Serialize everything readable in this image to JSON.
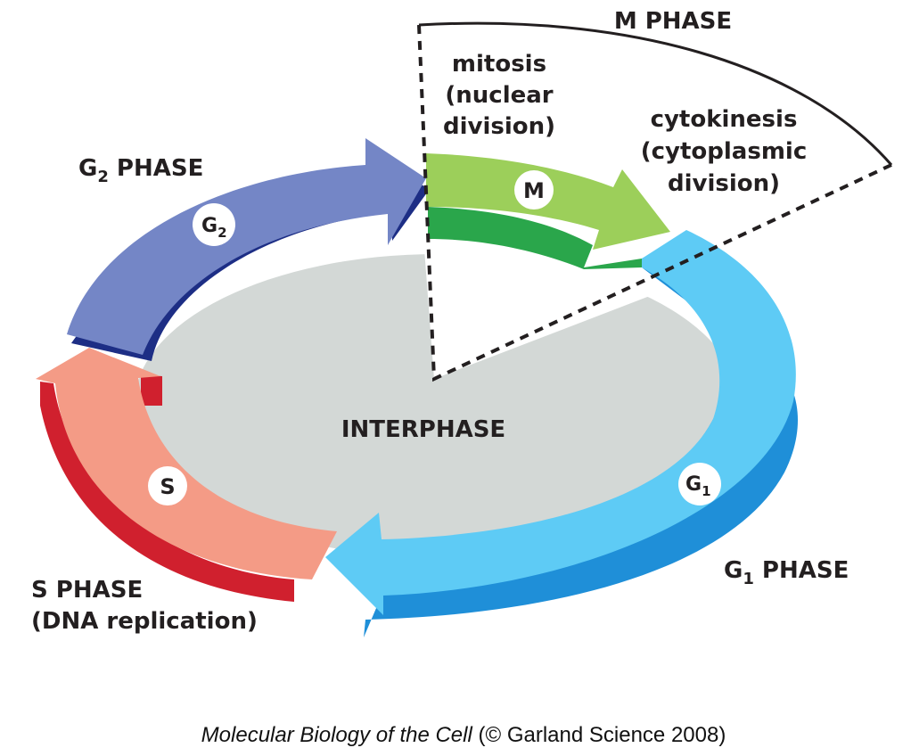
{
  "labels": {
    "m_phase": "M PHASE",
    "mitosis": [
      "mitosis",
      "(nuclear",
      "division)"
    ],
    "cytokinesis": [
      "cytokinesis",
      "(cytoplasmic",
      "division)"
    ],
    "g2_phase": {
      "main": "G",
      "sub": "2",
      "rest": " PHASE"
    },
    "g1_phase": {
      "main": "G",
      "sub": "1",
      "rest": " PHASE"
    },
    "s_phase": [
      "S PHASE",
      "(DNA replication)"
    ],
    "interphase": "INTERPHASE"
  },
  "badges": {
    "m": "M",
    "g2": {
      "main": "G",
      "sub": "2"
    },
    "s": "S",
    "g1": {
      "main": "G",
      "sub": "1"
    }
  },
  "caption": {
    "title": "Molecular Biology of the Cell",
    "rest": " (© Garland Science 2008)"
  },
  "colors": {
    "interphase_fill": "#d3d8d6",
    "m_top": "#9ccf5a",
    "m_side": "#2aa64b",
    "g1_top": "#5ecbf5",
    "g1_side": "#1f8fd8",
    "g2_top": "#7486c6",
    "g2_side": "#1d2e85",
    "s_top": "#f49b86",
    "s_side": "#d0202e"
  }
}
